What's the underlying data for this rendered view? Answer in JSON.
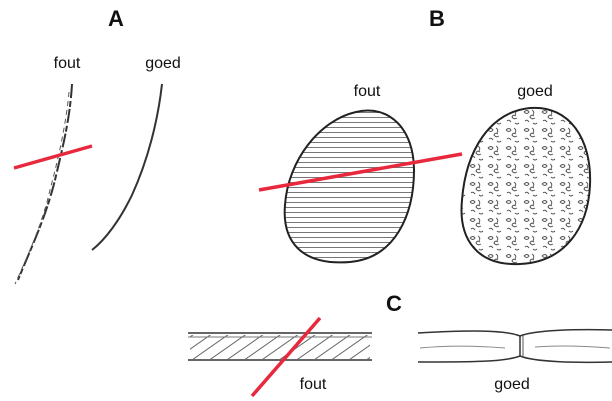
{
  "panels": [
    {
      "letter": "A",
      "wrong": "fout",
      "right": "goed"
    },
    {
      "letter": "B",
      "wrong": "fout",
      "right": "goed"
    },
    {
      "letter": "C",
      "wrong": "fout",
      "right": "goed"
    }
  ],
  "colors": {
    "ink": "#333333",
    "cut": "#e8283c",
    "paper": "#ffffff"
  }
}
